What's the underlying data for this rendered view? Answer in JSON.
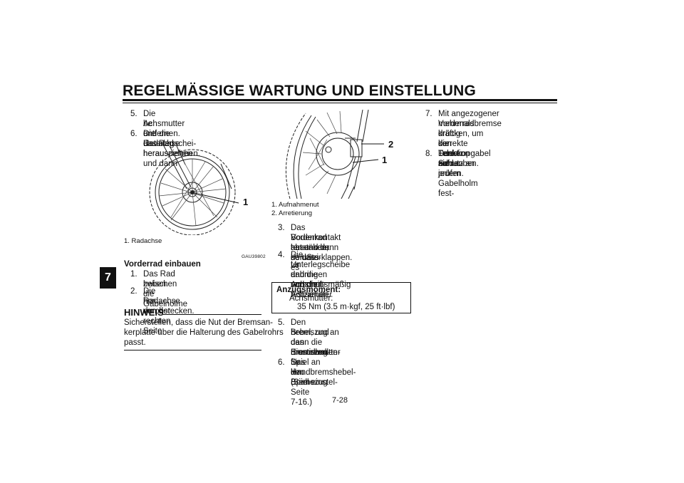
{
  "header": {
    "title": "REGELMÄSSIGE WARTUNG UND EINSTELLUNG"
  },
  "chapter_tab": "7",
  "left_column": {
    "steps": [
      {
        "num": "5.",
        "line1": "Die Achsmutter und die Unterlegschei-",
        "line2": "be entfernen."
      },
      {
        "num": "6.",
        "line1": "Die Radachse herausziehen und dann",
        "line2": "das Rad herausnehmen."
      }
    ],
    "figure_callout": "1",
    "caption": "1.  Radachse",
    "code": "GAU39802",
    "section_title": "Vorderrad einbauen",
    "install_steps": [
      {
        "num": "1.",
        "line1": "Das Rad zwischen die Gabelholme",
        "line2": "heben."
      },
      {
        "num": "2.",
        "line1": "Die Radachse von der rechten Seite",
        "line2": "her durchstecken."
      }
    ],
    "hinweis_title": "HINWEIS",
    "hinweis_lines": [
      "Sicherstellen, dass die Nut der Bremsan-",
      "kerplatte über die Halterung des Gabelrohrs",
      "passt."
    ]
  },
  "middle_column": {
    "figure_callouts": [
      "2",
      "1"
    ],
    "captions": [
      "1.  Aufnahmenut",
      "2.  Arretierung"
    ],
    "steps_a": [
      {
        "num": "3.",
        "lines": [
          "Das Vorderrad absenken, so dass es",
          "Bodenkontakt hat und dann den Sei-",
          "tenständer herunterklappen."
        ]
      },
      {
        "num": "4.",
        "lines": [
          "Die Unterlegscheibe und die Achsmut-",
          "ter anbringen und die Achsmutter",
          "dann vorschriftsmäßig festziehen."
        ]
      }
    ],
    "torque": {
      "title": "Anzugsmoment:",
      "label": "Achsmutter:",
      "value": "35 Nm (3.5 m·kgf, 25 ft·lbf)"
    },
    "steps_b": [
      {
        "num": "5.",
        "lines": [
          "Den Bremszug an den Bremswellen-",
          "hebel, und dann die Einstellmutter für",
          "das Bremszug-Spiel an den Bremszug",
          "montieren."
        ]
      },
      {
        "num": "6.",
        "lines": [
          "Das Handbremshebel-Spiel einstel-",
          "len. (Siehe Seite 7-16.)"
        ]
      }
    ]
  },
  "right_column": {
    "steps": [
      {
        "num": "7.",
        "lines": [
          "Mit angezogener Vorderradbremse",
          "mehrmals kräftig den Lenker nieder-",
          "drücken, um die Teleskopgabel auf",
          "korrekte Funktion zu prüfen."
        ]
      },
      {
        "num": "8.",
        "lines": [
          "Den Schutz an jedem Gabelholm fest-",
          "schrauben."
        ]
      }
    ]
  },
  "page_number": "7-28"
}
